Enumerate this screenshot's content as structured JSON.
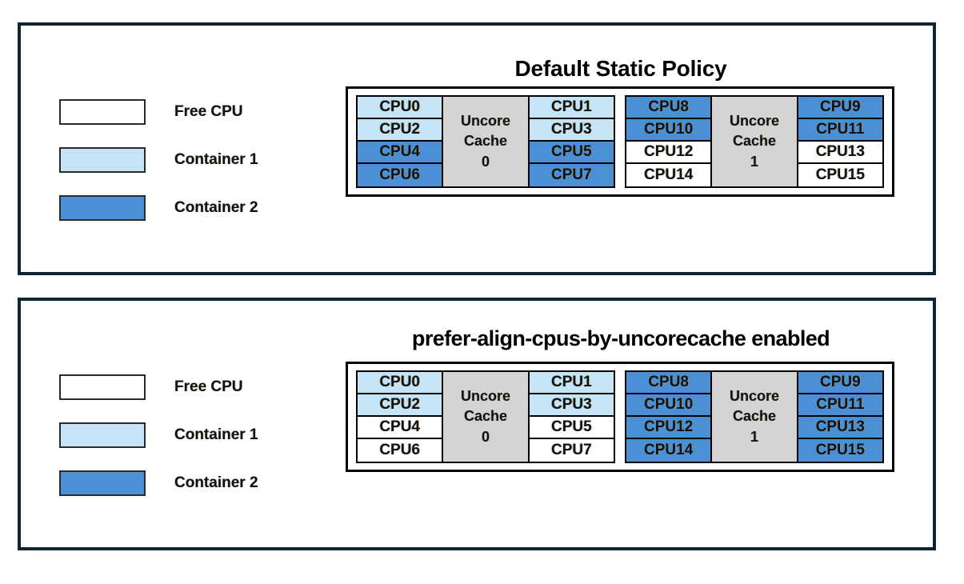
{
  "colors": {
    "free_cpu": "#ffffff",
    "container_1": "#c5e4f5",
    "container_2": "#4b8fd4",
    "uncore_cache": "#d4d4d4",
    "frame": "#0d2433",
    "diagram_border": "#000000"
  },
  "panels": [
    {
      "id": "default-static-policy",
      "title": "Default Static Policy",
      "legend": [
        {
          "label": "Free CPU",
          "fill": "free"
        },
        {
          "label": "Container 1",
          "fill": "c1"
        },
        {
          "label": "Container 2",
          "fill": "c2"
        }
      ],
      "diagram": {
        "groups": [
          {
            "cache_label_line1": "Uncore",
            "cache_label_line2": "Cache",
            "cache_label_line3": "0",
            "left_column": [
              {
                "label": "CPU0",
                "fill": "c1"
              },
              {
                "label": "CPU2",
                "fill": "c1"
              },
              {
                "label": "CPU4",
                "fill": "c2"
              },
              {
                "label": "CPU6",
                "fill": "c2"
              }
            ],
            "right_column": [
              {
                "label": "CPU1",
                "fill": "c1"
              },
              {
                "label": "CPU3",
                "fill": "c1"
              },
              {
                "label": "CPU5",
                "fill": "c2"
              },
              {
                "label": "CPU7",
                "fill": "c2"
              }
            ]
          },
          {
            "cache_label_line1": "Uncore",
            "cache_label_line2": "Cache",
            "cache_label_line3": "1",
            "left_column": [
              {
                "label": "CPU8",
                "fill": "c2"
              },
              {
                "label": "CPU10",
                "fill": "c2"
              },
              {
                "label": "CPU12",
                "fill": "free"
              },
              {
                "label": "CPU14",
                "fill": "free"
              }
            ],
            "right_column": [
              {
                "label": "CPU9",
                "fill": "c2"
              },
              {
                "label": "CPU11",
                "fill": "c2"
              },
              {
                "label": "CPU13",
                "fill": "free"
              },
              {
                "label": "CPU15",
                "fill": "free"
              }
            ]
          }
        ]
      }
    },
    {
      "id": "prefer-align-cpus-by-uncorecache-enabled",
      "title": "prefer-align-cpus-by-uncorecache enabled",
      "legend": [
        {
          "label": "Free CPU",
          "fill": "free"
        },
        {
          "label": "Container 1",
          "fill": "c1"
        },
        {
          "label": "Container 2",
          "fill": "c2"
        }
      ],
      "diagram": {
        "groups": [
          {
            "cache_label_line1": "Uncore",
            "cache_label_line2": "Cache",
            "cache_label_line3": "0",
            "left_column": [
              {
                "label": "CPU0",
                "fill": "c1"
              },
              {
                "label": "CPU2",
                "fill": "c1"
              },
              {
                "label": "CPU4",
                "fill": "free"
              },
              {
                "label": "CPU6",
                "fill": "free"
              }
            ],
            "right_column": [
              {
                "label": "CPU1",
                "fill": "c1"
              },
              {
                "label": "CPU3",
                "fill": "c1"
              },
              {
                "label": "CPU5",
                "fill": "free"
              },
              {
                "label": "CPU7",
                "fill": "free"
              }
            ]
          },
          {
            "cache_label_line1": "Uncore",
            "cache_label_line2": "Cache",
            "cache_label_line3": "1",
            "left_column": [
              {
                "label": "CPU8",
                "fill": "c2"
              },
              {
                "label": "CPU10",
                "fill": "c2"
              },
              {
                "label": "CPU12",
                "fill": "c2"
              },
              {
                "label": "CPU14",
                "fill": "c2"
              }
            ],
            "right_column": [
              {
                "label": "CPU9",
                "fill": "c2"
              },
              {
                "label": "CPU11",
                "fill": "c2"
              },
              {
                "label": "CPU13",
                "fill": "c2"
              },
              {
                "label": "CPU15",
                "fill": "c2"
              }
            ]
          }
        ]
      }
    }
  ]
}
